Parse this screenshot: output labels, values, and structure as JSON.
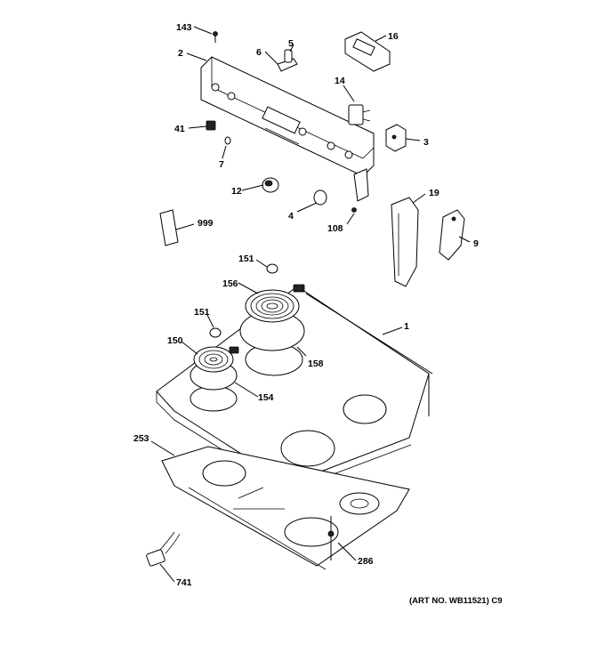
{
  "labels": {
    "p143": "143",
    "p2": "2",
    "p6": "6",
    "p5": "5",
    "p16": "16",
    "p14": "14",
    "p41": "41",
    "p7": "7",
    "p3": "3",
    "p12": "12",
    "p4": "4",
    "p108": "108",
    "p19": "19",
    "p999": "999",
    "p9": "9",
    "p151a": "151",
    "p156": "156",
    "p151b": "151",
    "p1": "1",
    "p150": "150",
    "p158": "158",
    "p154": "154",
    "p253": "253",
    "p286": "286",
    "p741": "741"
  },
  "art_number": "(ART NO. WB11521) C9"
}
